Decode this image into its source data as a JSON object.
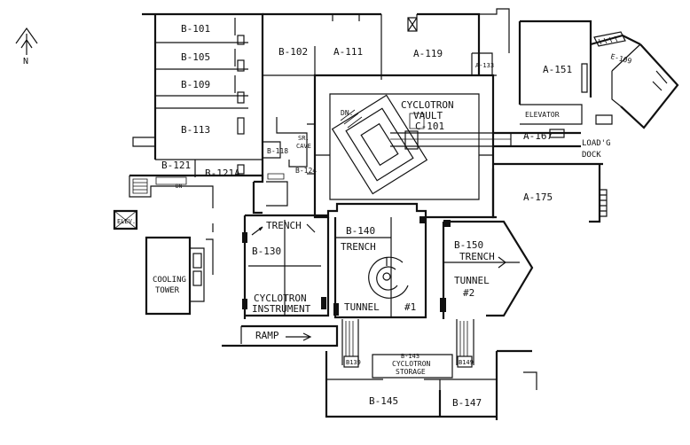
{
  "north_label": "N",
  "rooms": {
    "b101": "B-101",
    "b105": "B-105",
    "b109": "B-109",
    "b113": "B-113",
    "b121": "B-121",
    "b121a": "B-121A",
    "b102": "B-102",
    "a111": "A-111",
    "a119": "A-119",
    "a133": "A-133",
    "a151": "A-151",
    "e109": "E-109",
    "elevator": "ELEVATOR",
    "a167": "A-167",
    "loading_dock_1": "LOAD'G",
    "loading_dock_2": "DOCK",
    "a175": "A-175",
    "cyclotron_vault_1": "CYCLOTRON",
    "cyclotron_vault_2": "VAULT",
    "c101": "C-101",
    "dn1": "DN.",
    "b118": "B-118",
    "sr_cave_1": "SR.",
    "sr_cave_2": "CAVE",
    "b124": "B-124",
    "dn2": "DN",
    "elev": "ELEV.",
    "cooling_tower_1": "COOLING",
    "cooling_tower_2": "TOWER",
    "trench_a": "TRENCH",
    "b130": "B-130",
    "cyclotron_instrument_1": "CYCLOTRON",
    "cyclotron_instrument_2": "INSTRUMENT",
    "b140": "B-140",
    "trench_b": "TRENCH",
    "tunnel1_a": "TUNNEL",
    "tunnel1_b": "#1",
    "b150": "B-150",
    "trench_c": "TRENCH",
    "tunnel2_a": "TUNNEL",
    "tunnel2_b": "#2",
    "ramp": "RAMP",
    "b139": "B139",
    "b149": "B149",
    "b143": "B-143",
    "cyclotron_storage_1": "CYCLOTRON",
    "cyclotron_storage_2": "STORAGE",
    "b145": "B-145",
    "b147": "B-147"
  }
}
